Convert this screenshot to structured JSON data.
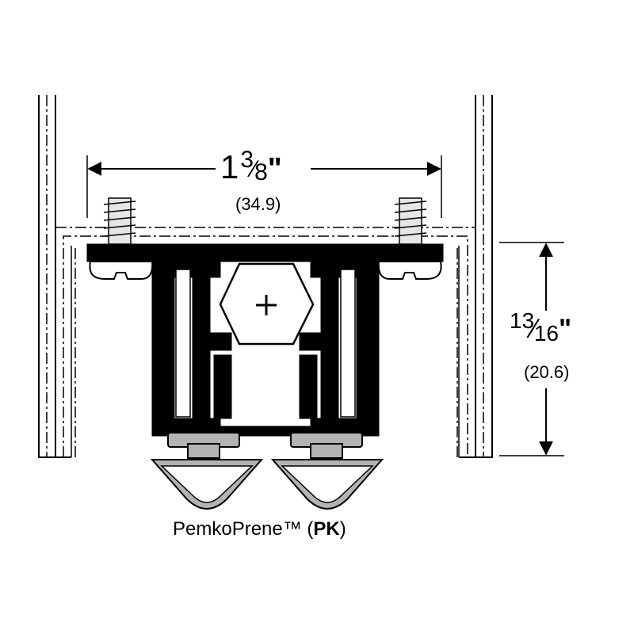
{
  "dimensions": {
    "width": {
      "whole": "1",
      "numerator": "3",
      "denominator": "8",
      "unit_mark": "\"",
      "metric": "(34.9)"
    },
    "height": {
      "numerator": "13",
      "denominator": "16",
      "unit_mark": "\"",
      "metric": "(20.6)"
    }
  },
  "product": {
    "name": "PemkoPrene™",
    "open": "(",
    "code": "PK",
    "close": ")"
  },
  "colors": {
    "line": "#000000",
    "gasket": "#b3b3b3",
    "background": "#ffffff"
  }
}
